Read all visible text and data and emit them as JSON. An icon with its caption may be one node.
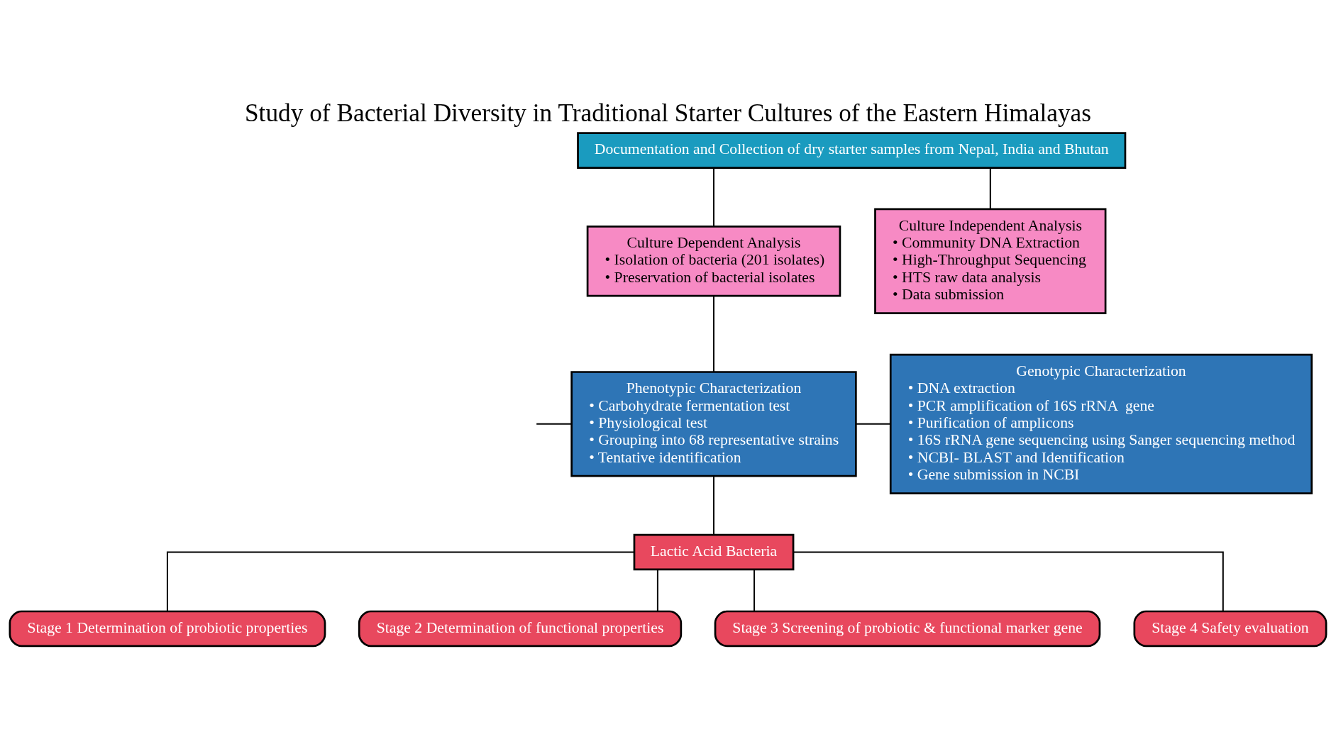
{
  "diagram": {
    "title": "Study of Bacterial Diversity in Traditional Starter Cultures of the Eastern Himalayas",
    "nodes": [
      {
        "text": [
          "Documentation and Collection of dry starter samples from Nepal, India and Bhutan"
        ]
      },
      {
        "text": [
          "Culture Dependent Analysis",
          "• Isolation of bacteria (201 isolates)",
          "• Preservation of bacterial isolates"
        ]
      },
      {
        "text": [
          "Culture Independent Analysis",
          "• Community DNA Extraction",
          "• High-Throughput Sequencing",
          "• HTS raw data analysis",
          "• Data submission"
        ]
      },
      {
        "text": [
          "Phenotypic Characterization",
          "• Carbohydrate fermentation test",
          "• Physiological test",
          "• Grouping into 68 representative strains",
          "• Tentative identification"
        ]
      },
      {
        "text": [
          "Genotypic Characterization",
          "• DNA extraction",
          "• PCR amplification of 16S rRNA  gene",
          "• Purification of amplicons",
          "• 16S rRNA gene sequencing using Sanger sequencing method",
          "• NCBI- BLAST and Identification",
          "• Gene submission in NCBI"
        ]
      },
      {
        "text": [
          "Lactic Acid Bacteria"
        ]
      },
      {
        "text": [
          "Stage 1 Determination of probiotic properties"
        ]
      },
      {
        "text": [
          "Stage 2 Determination of functional properties"
        ]
      },
      {
        "text": [
          "Stage 3 Screening of probiotic & functional marker gene"
        ]
      },
      {
        "text": [
          "Stage 4 Safety evaluation"
        ]
      }
    ],
    "edges": [
      {
        "from": 0,
        "to": 1,
        "arrow": "none"
      },
      {
        "from": 0,
        "to": 2,
        "arrow": "none"
      },
      {
        "from": 1,
        "to": 3,
        "arrow": "none"
      },
      {
        "from": null,
        "to": 3,
        "arrow": "none"
      },
      {
        "from": 3,
        "to": 4,
        "arrow": "none"
      },
      {
        "from": 3,
        "to": 5,
        "arrow": "none"
      },
      {
        "from": 5,
        "to": 6,
        "arrow": "none"
      },
      {
        "from": 5,
        "to": 7,
        "arrow": "none"
      },
      {
        "from": 5,
        "to": 8,
        "arrow": "none"
      },
      {
        "from": 5,
        "to": 9,
        "arrow": "none"
      }
    ]
  }
}
